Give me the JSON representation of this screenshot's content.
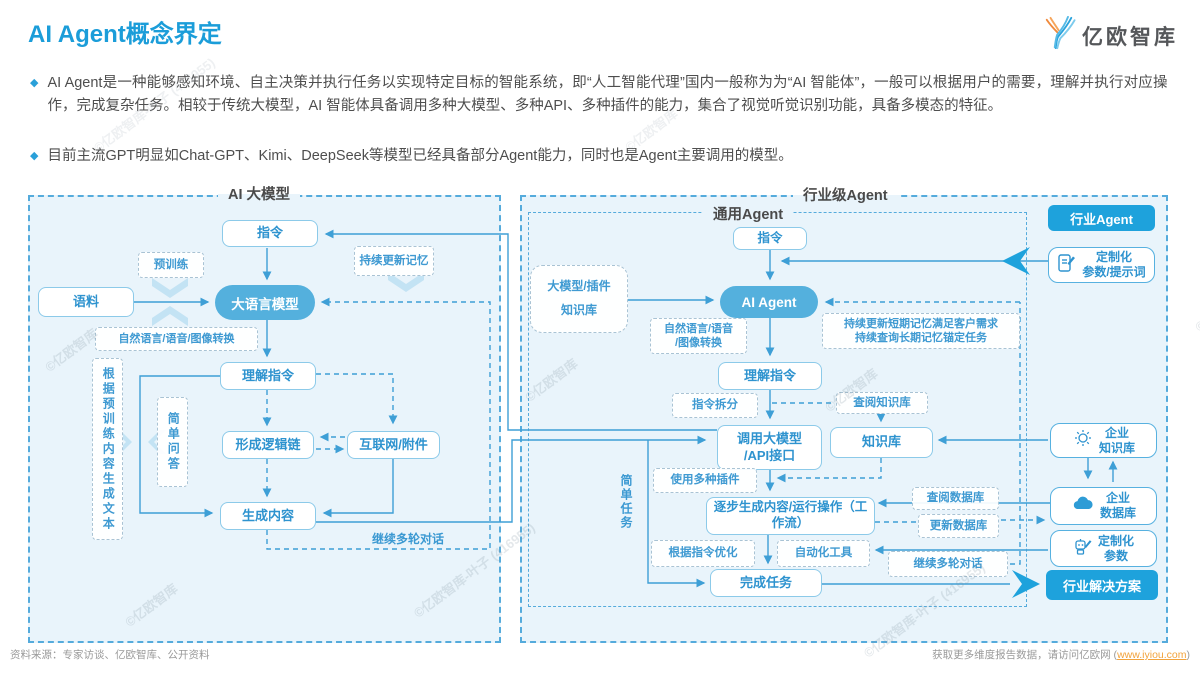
{
  "header": {
    "title": "AI Agent概念界定",
    "logo_text": "亿欧智库",
    "bullets": [
      "AI Agent是一种能够感知环境、自主决策并执行任务以实现特定目标的智能系统，即“人工智能代理”国内一般称为为“AI 智能体”，一般可以根据用户的需要，理解并执行对应操作，完成复杂任务。相较于传统大模型，AI 智能体具备调用多种大模型、多种API、多种插件的能力，集合了视觉听觉识别功能，具备多模态的特征。",
      "目前主流GPT明显如Chat-GPT、Kimi、DeepSeek等模型已经具备部分Agent能力，同时也是Agent主要调用的模型。"
    ]
  },
  "left_chart": {
    "title": "AI 大模型",
    "nodes": {
      "zhiling": "指令",
      "yuxunlian": "预训练",
      "chixu_jiyi": "持续更新记忆",
      "yuliao": "语料",
      "da_yuyan_moxing": "大语言模型",
      "ziran_zhuanhuan": "自然语言/语音/图像转换",
      "lijie_zhiling": "理解指令",
      "genju_yuxunlian": "根据预训练内容生成文本",
      "jiandan_wenda": "简单问答",
      "xingcheng_luojilian": "形成逻辑链",
      "hulianwang_fujian": "互联网/附件",
      "shengcheng_neirong": "生成内容",
      "jixu_duolun": "继续多轮对话"
    }
  },
  "right_chart": {
    "outer_title": "行业级Agent",
    "inner_title": "通用Agent",
    "nodes": {
      "zhiling": "指令",
      "damoxing_line1": "大模型/插件",
      "damoxing_line2": "知识库",
      "ai_agent": "AI Agent",
      "ziran_line1": "自然语言/语音",
      "ziran_line2": "/图像转换",
      "jiyi_line1": "持续更新短期记忆满足客户需求",
      "jiyi_line2": "持续查询长期记忆锚定任务",
      "lijie_zhiling": "理解指令",
      "zhiling_chaifen": "指令拆分",
      "chayue_zhishiku": "查阅知识库",
      "diaoyong_line1": "调用大模型",
      "diaoyong_line2": "/API接口",
      "zhishiku": "知识库",
      "shiyong_chajian": "使用多种插件",
      "zhubu": "逐步生成内容/运行操作（工作流）",
      "chayue_shujuku": "查阅数据库",
      "gengxin_shujuku": "更新数据库",
      "genju_youhua": "根据指令优化",
      "zidonghua": "自动化工具",
      "jixu_duolun": "继续多轮对话",
      "wancheng": "完成任务",
      "jiandan_renwu": "简单任务"
    },
    "side": {
      "hangye_agent": "行业Agent",
      "dingzhi_tishici_line1": "定制化",
      "dingzhi_tishici_line2": "参数/提示词",
      "qiye_zhishiku_line1": "企业",
      "qiye_zhishiku_line2": "知识库",
      "qiye_shujuku_line1": "企业",
      "qiye_shujuku_line2": "数据库",
      "dingzhi_canshu_line1": "定制化",
      "dingzhi_canshu_line2": "参数",
      "jiejue_fangan": "行业解决方案"
    }
  },
  "footer": {
    "source": "资料来源：专家访谈、亿欧智库、公开资料",
    "more_pre": "获取更多维度报告数据，请访问亿欧网 (",
    "link": "www.iyiou.com",
    "more_post": ")"
  },
  "watermarks": {
    "long": "©亿欧智库-叶子 (416955)",
    "short": "©亿欧智库"
  },
  "colors": {
    "accent": "#1b9dd9",
    "line": "#3e9fd6",
    "link": "#f2a33c"
  }
}
